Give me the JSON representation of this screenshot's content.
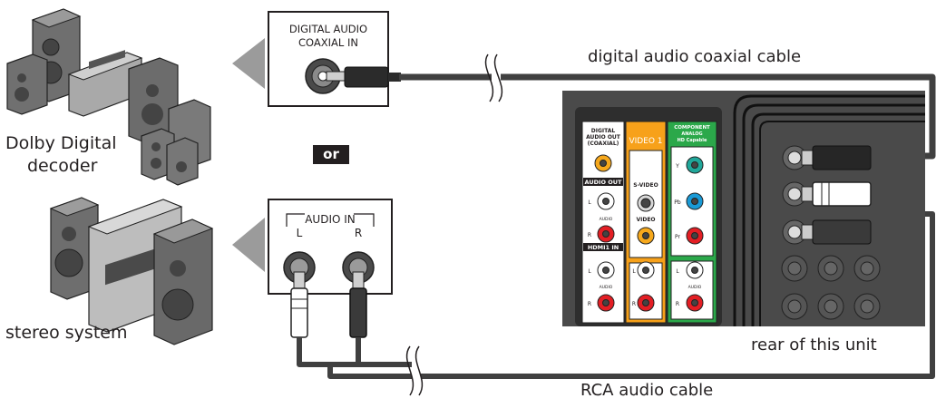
{
  "devices": {
    "dolby_label_line1": "Dolby Digital",
    "dolby_label_line2": "decoder",
    "stereo_label": "stereo system",
    "or_label": "or"
  },
  "inputs": {
    "coax_line1": "DIGITAL AUDIO",
    "coax_line2": "COAXIAL  IN",
    "audio_in_title": "AUDIO IN",
    "left_label": "L",
    "right_label": "R"
  },
  "cables": {
    "coax_cable": "digital audio coaxial cable",
    "rca_cable": "RCA audio cable"
  },
  "unit": {
    "rear_label": "rear of this unit",
    "digital_out_lines": [
      "DIGITAL",
      "AUDIO OUT",
      "(COAXIAL)"
    ],
    "audio_out": "AUDIO OUT",
    "hdmi_in": "HDMI1  IN",
    "video1": "VIDEO 1",
    "svideo": "S-VIDEO",
    "video": "VIDEO",
    "component": "COMPONENT",
    "analog": "ANALOG",
    "hd_capable": "HD Capable",
    "y": "Y",
    "pb": "Pb",
    "pr": "Pr",
    "l": "L",
    "r": "R",
    "audio_small": "AUDIO"
  },
  "colors": {
    "cable": "#404040",
    "panel": "#3a3a3a",
    "video_orange": "#f7a11a",
    "component_green": "#2ba84a",
    "jack_red": "#e31e24",
    "jack_yellow": "#f6a81c",
    "jack_teal": "#20a79a",
    "jack_blue": "#1a9ad6"
  }
}
